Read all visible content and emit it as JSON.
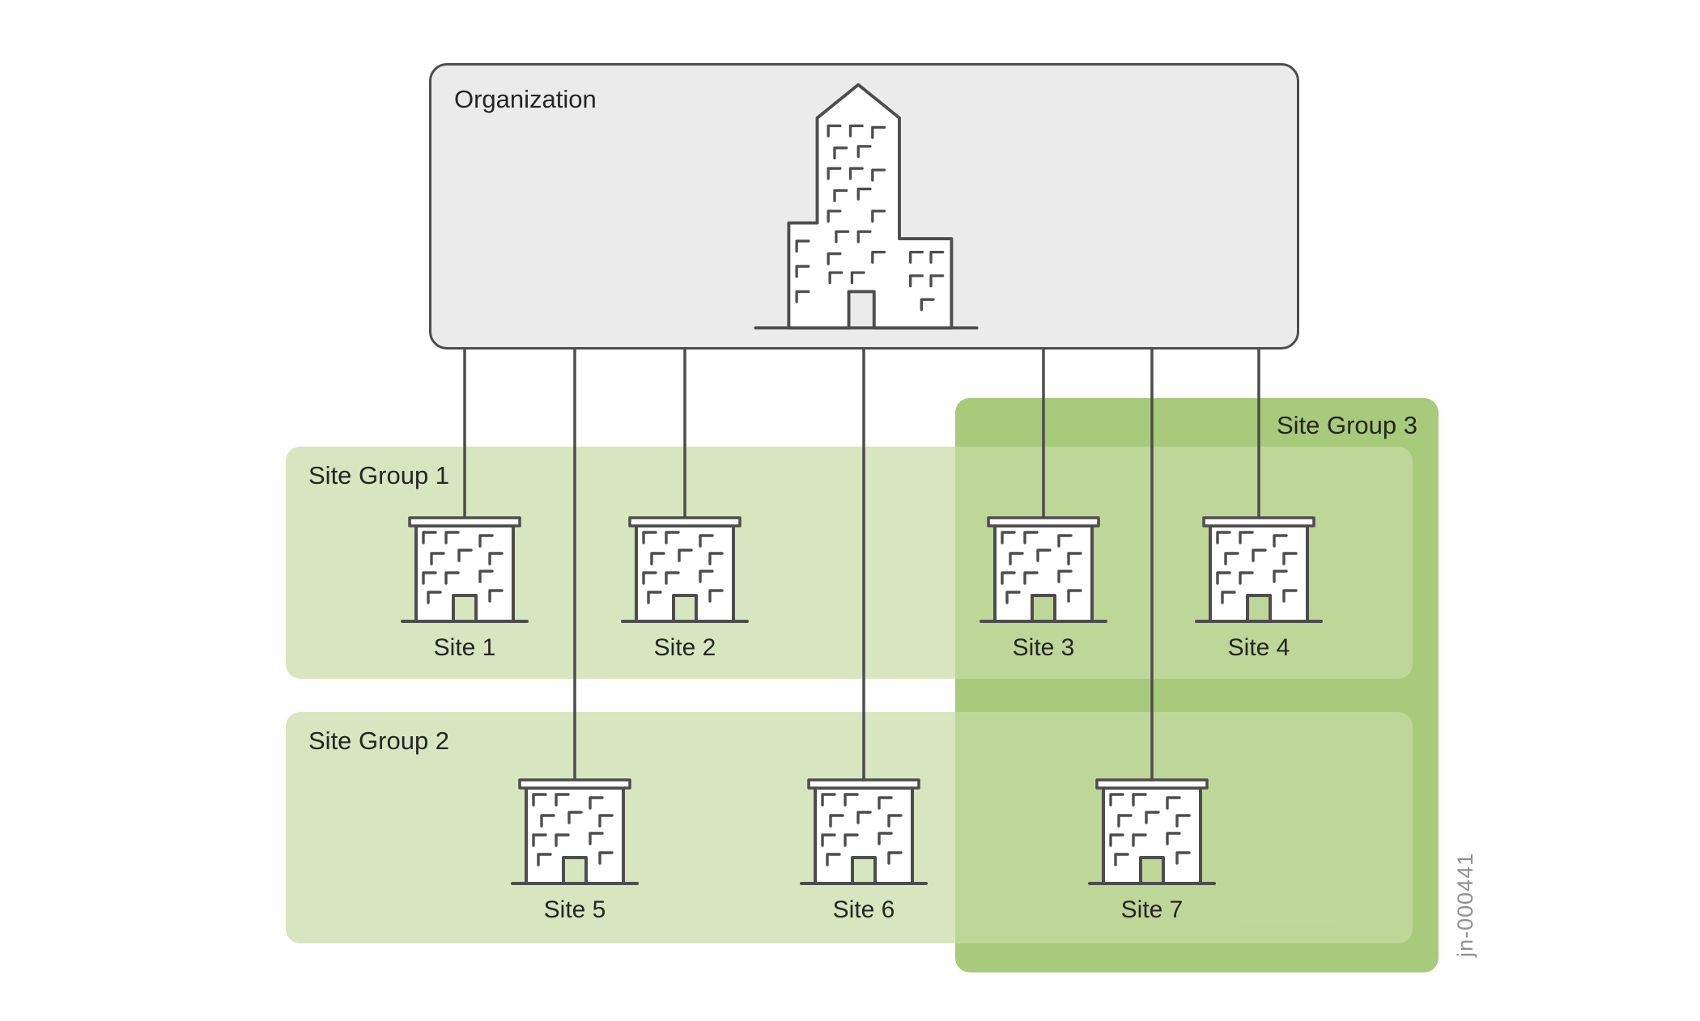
{
  "organization": {
    "label": "Organization",
    "icon": "organization-building-icon"
  },
  "site_groups": [
    {
      "label": "Site Group 1",
      "member_sites": [
        "Site 1",
        "Site 2",
        "Site 3",
        "Site 4"
      ]
    },
    {
      "label": "Site Group 2",
      "member_sites": [
        "Site 5",
        "Site 6",
        "Site 7"
      ]
    },
    {
      "label": "Site Group 3",
      "member_sites": [
        "Site 3",
        "Site 4",
        "Site 7"
      ]
    }
  ],
  "sites": [
    {
      "label": "Site 1",
      "icon": "site-building-icon"
    },
    {
      "label": "Site 2",
      "icon": "site-building-icon"
    },
    {
      "label": "Site 3",
      "icon": "site-building-icon"
    },
    {
      "label": "Site 4",
      "icon": "site-building-icon"
    },
    {
      "label": "Site 5",
      "icon": "site-building-icon"
    },
    {
      "label": "Site 6",
      "icon": "site-building-icon"
    },
    {
      "label": "Site 7",
      "icon": "site-building-icon"
    }
  ],
  "edges": [
    {
      "from": "Organization",
      "to": "Site 1"
    },
    {
      "from": "Organization",
      "to": "Site 2"
    },
    {
      "from": "Organization",
      "to": "Site 3"
    },
    {
      "from": "Organization",
      "to": "Site 4"
    },
    {
      "from": "Organization",
      "to": "Site 5"
    },
    {
      "from": "Organization",
      "to": "Site 6"
    },
    {
      "from": "Organization",
      "to": "Site 7"
    }
  ],
  "watermark": "jn-000441",
  "colors": {
    "organization_box_fill": "#ebebeb",
    "outline": "#4d4d4d",
    "group_light_fill": "#d9e7c4",
    "group_dark_fill": "#a7ca7b",
    "building_fill": "#ffffff",
    "watermark_text": "#8f8f8f",
    "background": "#ffffff"
  }
}
